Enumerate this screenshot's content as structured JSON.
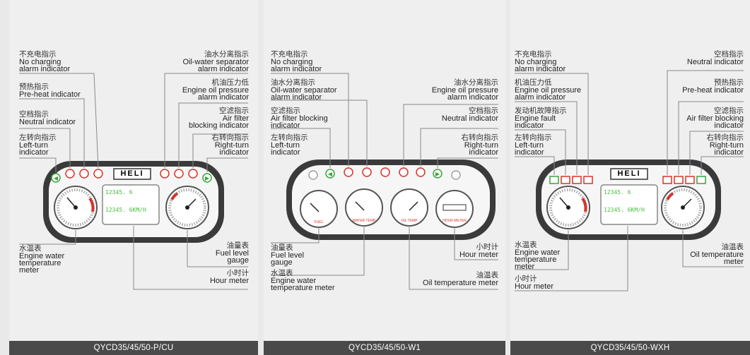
{
  "brand": "HELI",
  "panels": [
    {
      "model": "QYCD35/45/50-P/CU",
      "labels": {
        "no_charging": {
          "zh": "不充电指示",
          "en": "No charging\nalarm indicator"
        },
        "preheat": {
          "zh": "预热指示",
          "en": "Pre-heat indicator"
        },
        "neutral": {
          "zh": "空档指示",
          "en": "Neutral indicator"
        },
        "left_turn": {
          "zh": "左转向指示",
          "en": "Left-turn\nindicator"
        },
        "oil_water": {
          "zh": "油水分离指示",
          "en": "Oil-water separator\nalarm indicator"
        },
        "oil_pressure": {
          "zh": "机油压力低",
          "en": "Engine oil pressure\nalarm indicator"
        },
        "air_filter": {
          "zh": "空滤指示",
          "en": "Air filter\nblocking indicator"
        },
        "right_turn": {
          "zh": "右转向指示",
          "en": "Right-turn\nindicator"
        },
        "water_temp": {
          "zh": "水温表",
          "en": "Engine water\ntemperature\nmeter"
        },
        "fuel": {
          "zh": "油量表",
          "en": "Fuel level\ngauge"
        },
        "hour": {
          "zh": "小时计",
          "en": "Hour meter"
        }
      },
      "display": {
        "line1": "12345. 6",
        "line2": "12345. 6KM/H"
      }
    },
    {
      "model": "QYCD35/45/50-W1",
      "labels": {
        "no_charging": {
          "zh": "不充电指示",
          "en": "No charging\nalarm indicator"
        },
        "oil_water": {
          "zh": "油水分离指示",
          "en": "Oil-water separator\nalarm indicator"
        },
        "air_filter": {
          "zh": "空滤指示",
          "en": "Air filter blocking\nindicator"
        },
        "left_turn": {
          "zh": "左转向指示",
          "en": "Left-turn\nindicator"
        },
        "oil_pressure": {
          "zh": "油水分离指示",
          "en": "Engine oil pressure\nalarm indicator"
        },
        "neutral": {
          "zh": "空档指示",
          "en": "Neutral indicator"
        },
        "right_turn": {
          "zh": "右转向指示",
          "en": "Right-turn\nindicator"
        },
        "fuel": {
          "zh": "油量表",
          "en": "Fuel level\ngauge"
        },
        "water_temp": {
          "zh": "水温表",
          "en": "Engine water\ntemperature meter"
        },
        "hour": {
          "zh": "小时计",
          "en": "Hour meter"
        },
        "oil_temp": {
          "zh": "油温表",
          "en": "Oil temperature meter"
        }
      },
      "gauge_labels": {
        "fuel": "FUEL",
        "water": "WATER TEMP",
        "oil": "OIL TEMP",
        "hour": "HOUR METER"
      }
    },
    {
      "model": "QYCD35/45/50-WXH",
      "labels": {
        "no_charging": {
          "zh": "不充电指示",
          "en": "No charging\nalarm indicator"
        },
        "oil_pressure": {
          "zh": "机油压力低",
          "en": "Engine oil pressure\nalarm indicator"
        },
        "engine_fault": {
          "zh": "发动机故障指示",
          "en": "Engine fault\nindicator"
        },
        "left_turn": {
          "zh": "左转向指示",
          "en": "Left-turn\nindicator"
        },
        "neutral": {
          "zh": "空档指示",
          "en": "Neutral indicator"
        },
        "preheat": {
          "zh": "预热指示",
          "en": "Pre-heat indicator"
        },
        "air_filter": {
          "zh": "空滤指示",
          "en": "Air filter blocking\nindicator"
        },
        "right_turn": {
          "zh": "右转向指示",
          "en": "Right-turn\nindicator"
        },
        "water_temp": {
          "zh": "水温表",
          "en": "Engine water\ntemperature\nmeter"
        },
        "hour": {
          "zh": "小时计",
          "en": "Hour meter"
        },
        "oil_temp": {
          "zh": "油温表",
          "en": "Oil temperature\nmeter"
        }
      },
      "display": {
        "line1": "12345. 6",
        "line2": "12345. 6KM/H"
      }
    }
  ],
  "colors": {
    "green": "#3aa43a",
    "red": "#d8332a",
    "lcd": "#44c03c",
    "dash": "#3a3a3a"
  }
}
